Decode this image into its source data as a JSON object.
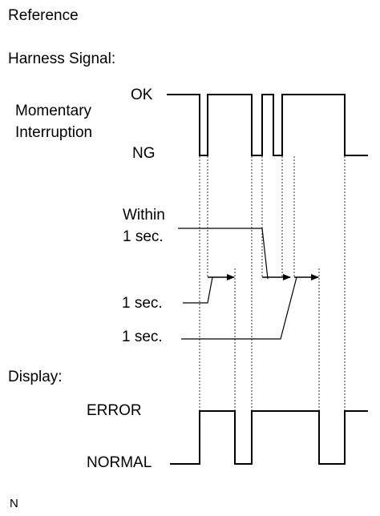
{
  "header": {
    "reference": "Reference",
    "harness_signal": "Harness Signal:",
    "display": "Display:"
  },
  "signal": {
    "label_line1": "Momentary",
    "label_line2": "Interruption",
    "level_high": "OK",
    "level_low": "NG"
  },
  "annotations": {
    "within_line1": "Within",
    "within_line2": "1 sec.",
    "one_sec_a": "1 sec.",
    "one_sec_b": "1 sec."
  },
  "output": {
    "level_high": "ERROR",
    "level_low": "NORMAL"
  },
  "footer": {
    "code": "N"
  }
}
